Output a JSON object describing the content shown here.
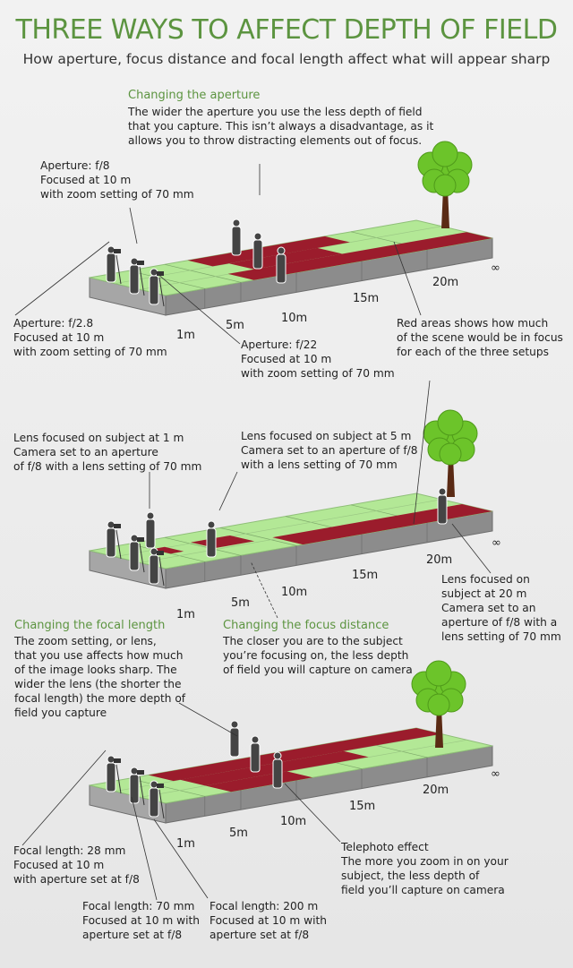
{
  "title": "THREE WAYS TO AFFECT DEPTH OF FIELD",
  "subtitle": "How aperture, focus distance and focal length affect what will appear sharp",
  "aperture_section": {
    "heading": "Changing the aperture",
    "body": "The wider the aperture you use the less depth of field\nthat you capture. This isn’t always a disadvantage, as it\nallows you to throw distracting elements out of focus.",
    "notes": [
      "Aperture: f/8\nFocused at 10 m\nwith zoom setting of 70 mm",
      "Aperture: f/2.8\nFocused at 10 m\nwith zoom setting of 70 mm",
      "Aperture: f/22\nFocused at 10 m\nwith zoom setting of 70 mm",
      "Red areas shows how much\nof the scene would be in focus\nfor each of the three setups"
    ]
  },
  "focus_section": {
    "heading": "Changing the focus distance",
    "body": "The closer you are to the subject\nyou’re focusing on, the less depth\nof field you will capture on camera",
    "notes": [
      "Lens focused on subject at 1 m\nCamera set to an aperture\nof f/8 with a lens setting of 70 mm",
      "Lens focused on subject at 5 m\nCamera set to an aperture of f/8\nwith a lens setting of 70 mm",
      "Lens focused on\nsubject at 20 m\nCamera set to an\naperture of f/8 with a\nlens setting of 70 mm"
    ]
  },
  "focal_section": {
    "heading": "Changing the focal length",
    "body": "The zoom setting, or lens,\nthat you use affects how much\nof the image looks sharp. The\nwider the lens (the shorter the\nfocal length) the more depth of\nfield you capture",
    "notes": [
      "Focal length: 28 mm\nFocused at 10 m\nwith aperture set at f/8",
      "Focal length: 70 mm\nFocused at 10 m with\naperture set at f/8",
      "Focal length: 200 m\nFocused at 10 m with\naperture set at f/8",
      "Telephoto effect\nThe more you zoom in on your\nsubject, the less depth of\nfield you’ll capture on camera"
    ]
  },
  "distance_labels": [
    "1m",
    "5m",
    "10m",
    "15m",
    "20m",
    "∞"
  ],
  "colors": {
    "accent": "#5c9440",
    "grass": "#b3e896",
    "focus": "#9b1c2c",
    "slab": "#8c8c8c"
  }
}
